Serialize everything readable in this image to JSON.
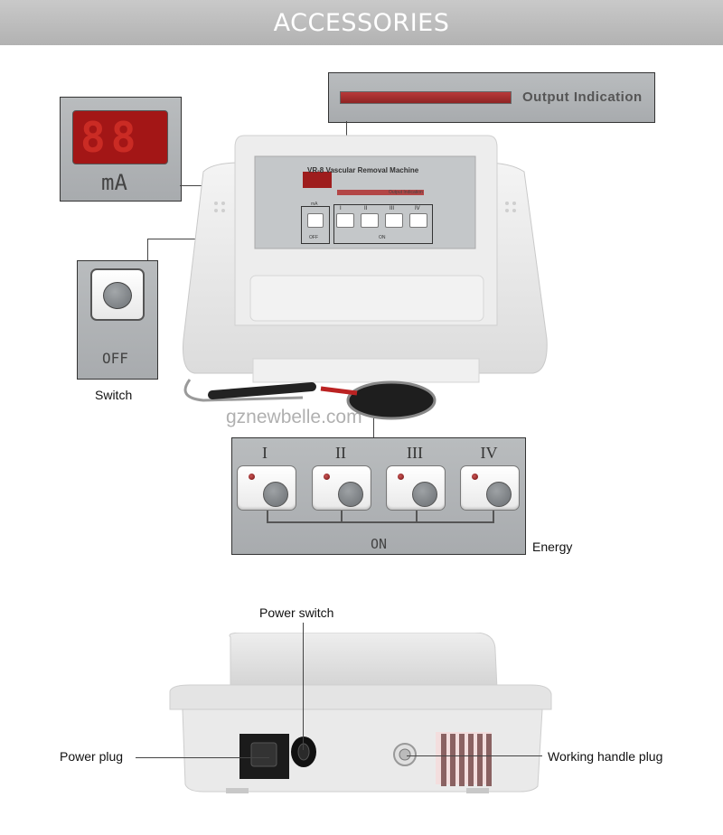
{
  "banner": {
    "title": "ACCESSORIES"
  },
  "output_panel": {
    "label": "Output Indication"
  },
  "ma_panel": {
    "digits": "88",
    "unit": "mA"
  },
  "switch_panel": {
    "off_label": "OFF",
    "caption": "Switch"
  },
  "machine": {
    "title": "VR-8 Vascular Removal Machine",
    "small_output_label": "Output Indication",
    "small_unit": "mA",
    "small_off": "OFF",
    "small_on": "ON",
    "small_levels": [
      "I",
      "II",
      "III",
      "IV"
    ]
  },
  "watermark": "gznewbelle.com",
  "energy_panel": {
    "levels": [
      "I",
      "II",
      "III",
      "IV"
    ],
    "on_label": "ON",
    "caption": "Energy"
  },
  "back_view": {
    "power_switch_label": "Power switch",
    "power_plug_label": "Power plug",
    "handle_plug_label": "Working handle plug"
  },
  "colors": {
    "banner": "#b8b8b8",
    "panel": "#b0b3b5",
    "lcd": "#a31616",
    "led": "#8b1a1a"
  }
}
